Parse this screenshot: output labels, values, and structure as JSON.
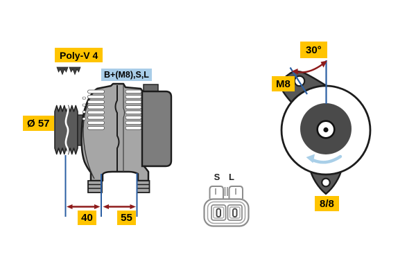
{
  "side_view": {
    "belt_label": "Poly-V 4",
    "terminals_label": "B+(M8),S,L",
    "pulley_diameter": "Ø 57",
    "dim_pulley_to_mount": "40",
    "dim_mount_span": "55"
  },
  "connector": {
    "pin_left": "S",
    "pin_right": "L"
  },
  "rear_view": {
    "mount_angle": "30°",
    "thread_size": "M8",
    "clock_position": "8/8"
  },
  "colors": {
    "label_yellow": "#FFC400",
    "label_blue": "#A9CDE8",
    "dimension_blue": "#2B5FA3",
    "arrow_dark_red": "#8E1B1B",
    "rotation_arrow_blue": "#A9CFE8",
    "body_gray": "#A6A6A6",
    "rear_cover_gray": "#7D7D7D",
    "pulley_gray": "#5A5A5A",
    "hub_dark_gray": "#4A4A4A"
  }
}
